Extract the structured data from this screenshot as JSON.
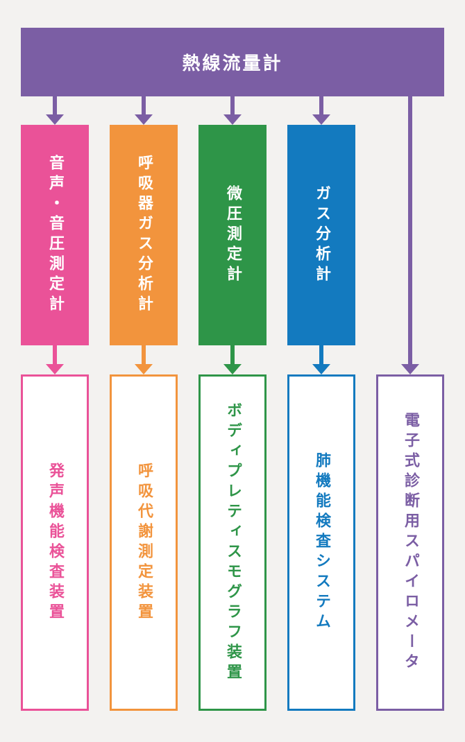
{
  "diagram": {
    "title_node": {
      "label": "熱線流量計"
    },
    "colors": {
      "root": "#7B5EA4",
      "background": "#F3F2F0",
      "box_fill": "#FFFFFF"
    },
    "columns": [
      {
        "color": "#EA5298",
        "category": "音声・音圧測定計",
        "product": "発声機能検査装置"
      },
      {
        "color": "#F2943D",
        "category": "呼吸器ガス分析計",
        "product": "呼吸代謝測定装置"
      },
      {
        "color": "#2E9548",
        "category": "微圧測定計",
        "product": "ボディプレティスモグラフ装置"
      },
      {
        "color": "#137ABF",
        "category": "ガス分析計",
        "product": "肺機能検査システム"
      },
      {
        "color": "#7B5EA4",
        "product": "電子式診断用スパイロメータ"
      }
    ]
  }
}
